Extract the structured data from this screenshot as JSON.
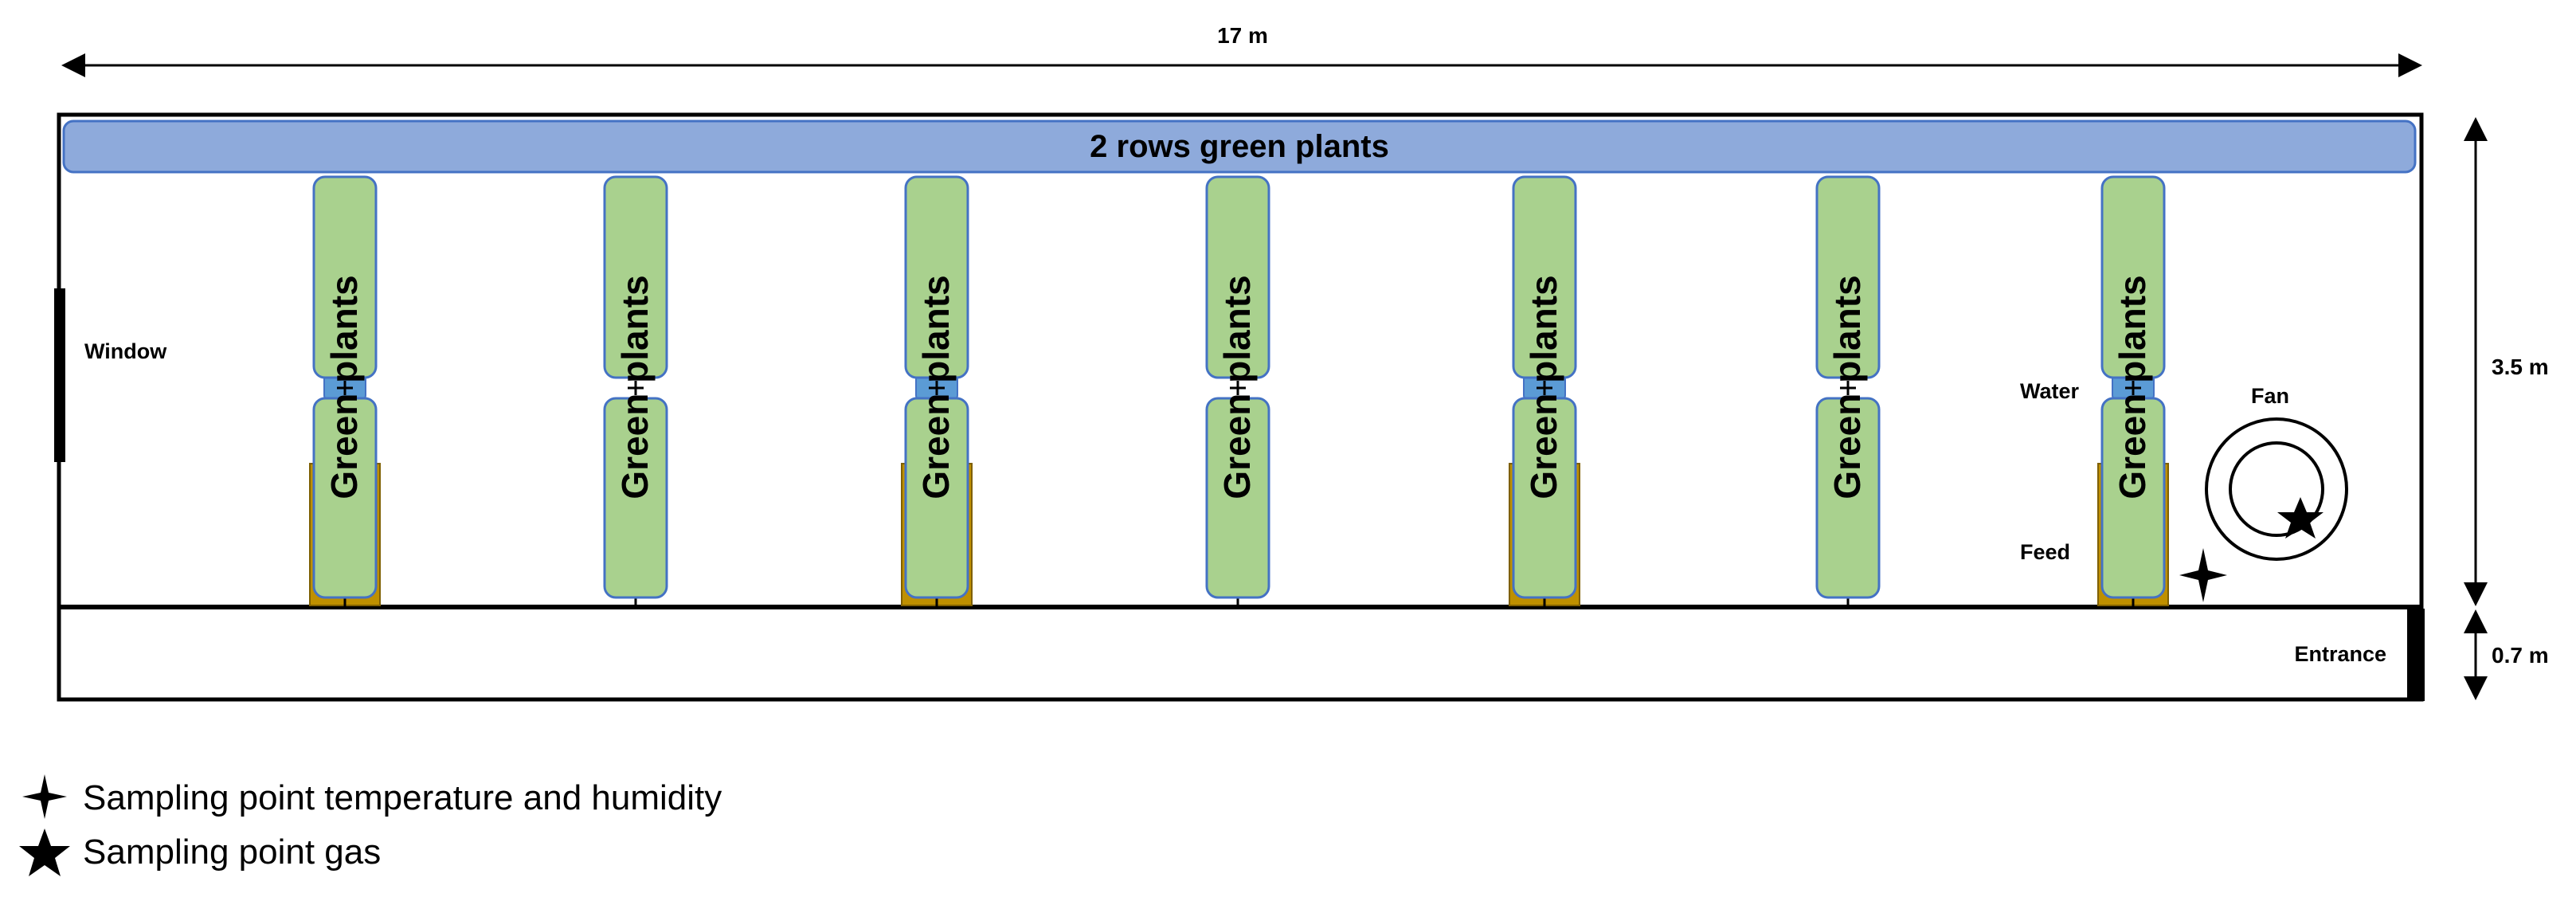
{
  "dimensions": {
    "length": "17 m",
    "width_main": "3.5 m",
    "width_corridor": "0.7 m"
  },
  "top_row_label": "2 rows green plants",
  "plant_label": "Green plants",
  "labels": {
    "window": "Window",
    "water": "Water",
    "feed": "Feed",
    "fan": "Fan",
    "entrance": "Entrance"
  },
  "legend": [
    {
      "symbol": "four-point-star",
      "text": "Sampling point temperature and humidity"
    },
    {
      "symbol": "five-point-star",
      "text": "Sampling point gas"
    }
  ],
  "plant_columns": [
    {
      "water": true,
      "feed": true
    },
    {
      "water": false,
      "feed": false
    },
    {
      "water": true,
      "feed": true
    },
    {
      "water": false,
      "feed": false
    },
    {
      "water": true,
      "feed": true
    },
    {
      "water": false,
      "feed": false
    },
    {
      "water": true,
      "feed": true
    }
  ],
  "colors": {
    "top_row_fill": "#8eaadb",
    "plant_fill": "#a9d18e",
    "plant_stroke": "#4472c4",
    "water_fill": "#5b9bd5",
    "feed_fill": "#bf9000"
  }
}
